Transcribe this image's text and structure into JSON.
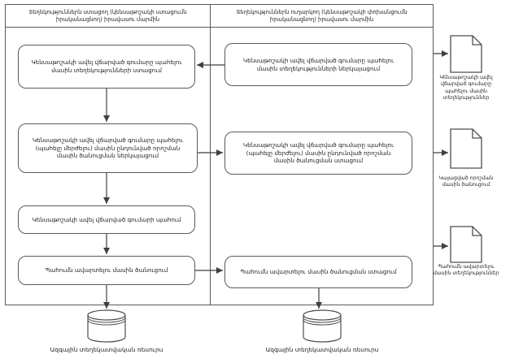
{
  "diagram": {
    "title": "pension-overpayment-withholding-flowchart",
    "lanes": [
      {
        "header": "Տեղեկություններն ստացող (կենսաթոշակի ստացումն իրականացնող) իրավասու մարմին"
      },
      {
        "header": "Տեղեկություններն ուղարկող (կենսաթոշակի փոխանցումն իրականացնող) իրավասու մարմին"
      }
    ],
    "boxes": {
      "l1": "Կենսաթոշակի ավել վճարված գումարը պահելու մասին տեղեկությունների ստացում",
      "l2": "Կենսաթոշակի ավել վճարված գումարը պահելու (պահելը մերժելու) մասին ընդունված որոշման մասին ծանուցման ներկայացում",
      "l3": "Կենսաթոշակի ավել վճարված գումարի պահում",
      "l4": "Պահումն ավարտելու մասին ծանուցում",
      "r1": "Կենսաթոշակի ավել վճարված գումարը պահելու մասին տեղեկությունների ներկայացում",
      "r2": "Կենսաթոշակի ավել վճարված գումարը պահելու (պահելը մերժելու) մասին ընդունված որոշման մասին ծանուցման ստացում",
      "r3": "Պահումն ավարտելու մասին ծանուցման ստացում"
    },
    "documents": [
      {
        "label": "Կենսաթոշակի ավել վճարված գումարը պահելու մասին տեղեկություններ"
      },
      {
        "label": "Կայացված որոշման մասին ծանուցում"
      },
      {
        "label": "Պահումն ավարտելու մասին տեղեկություններ"
      }
    ],
    "databases": [
      {
        "label": "Ազգային տեղեկատվական ռեսուրս"
      },
      {
        "label": "Ազգային տեղեկատվական ռեսուրս"
      }
    ],
    "colors": {
      "line": "#3f3f3f",
      "border": "#5a5a5a",
      "background": "#ffffff",
      "text": "#222222"
    }
  }
}
